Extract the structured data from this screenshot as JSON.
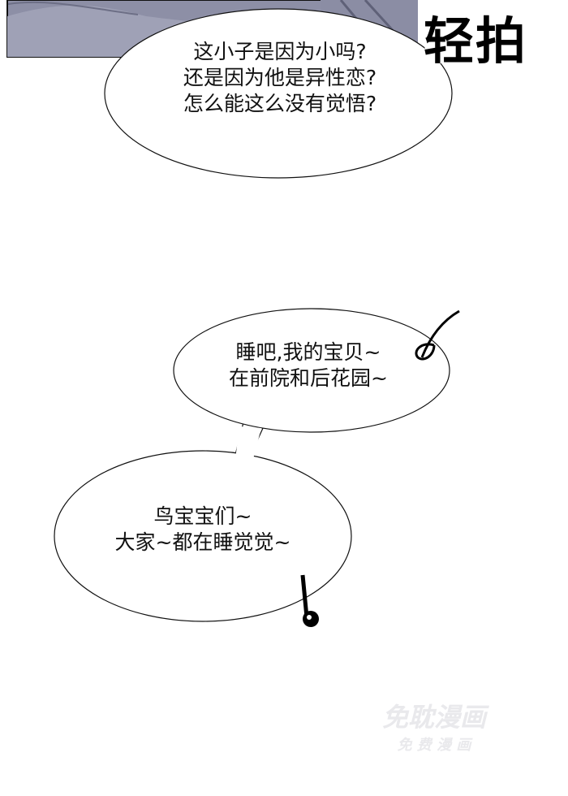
{
  "sfx": "轻拍",
  "bubble1": {
    "lines": [
      "这小子是因为小吗?",
      "还是因为他是异性恋?",
      "怎么能这么没有觉悟?"
    ]
  },
  "bubble2": {
    "lines": [
      "睡吧,我的宝贝~",
      "在前院和后花园~"
    ]
  },
  "bubble3": {
    "lines": [
      "鸟宝宝们~",
      "大家~都在睡觉觉~"
    ]
  },
  "watermark": {
    "main": "免耽漫画",
    "sub": "免 费 漫 画"
  },
  "colors": {
    "panel": "#8e90a6",
    "panel_dark": "#6f7188",
    "stroke": "#111111"
  }
}
